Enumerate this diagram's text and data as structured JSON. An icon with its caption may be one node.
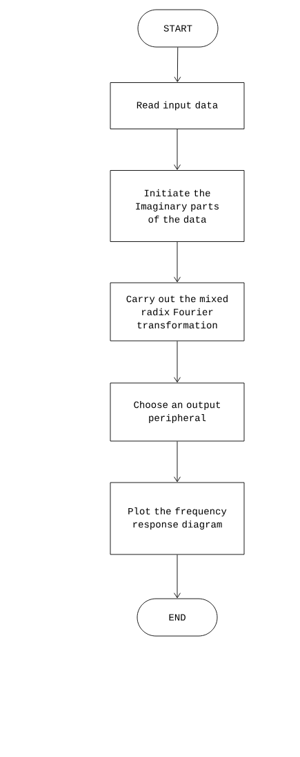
{
  "diagram": {
    "nodes": [
      {
        "text": [
          "START"
        ]
      },
      {
        "text": [
          "Read input data"
        ]
      },
      {
        "text": [
          "Initiate the Imaginary parts of the data"
        ]
      },
      {
        "text": [
          "Carry out the mixed radix Fourier transformation"
        ]
      },
      {
        "text": [
          "Choose an output peripheral"
        ]
      },
      {
        "text": [
          "Plot the frequency response diagram"
        ]
      },
      {
        "text": [
          "END"
        ]
      }
    ],
    "edges": [
      {
        "from": 0,
        "to": 1,
        "arrow": "to"
      },
      {
        "from": 1,
        "to": 2,
        "arrow": "to"
      },
      {
        "from": 2,
        "to": 3,
        "arrow": "to"
      },
      {
        "from": 3,
        "to": 4,
        "arrow": "to"
      },
      {
        "from": 4,
        "to": 5,
        "arrow": "to"
      },
      {
        "from": 5,
        "to": 6,
        "arrow": "to"
      }
    ]
  }
}
